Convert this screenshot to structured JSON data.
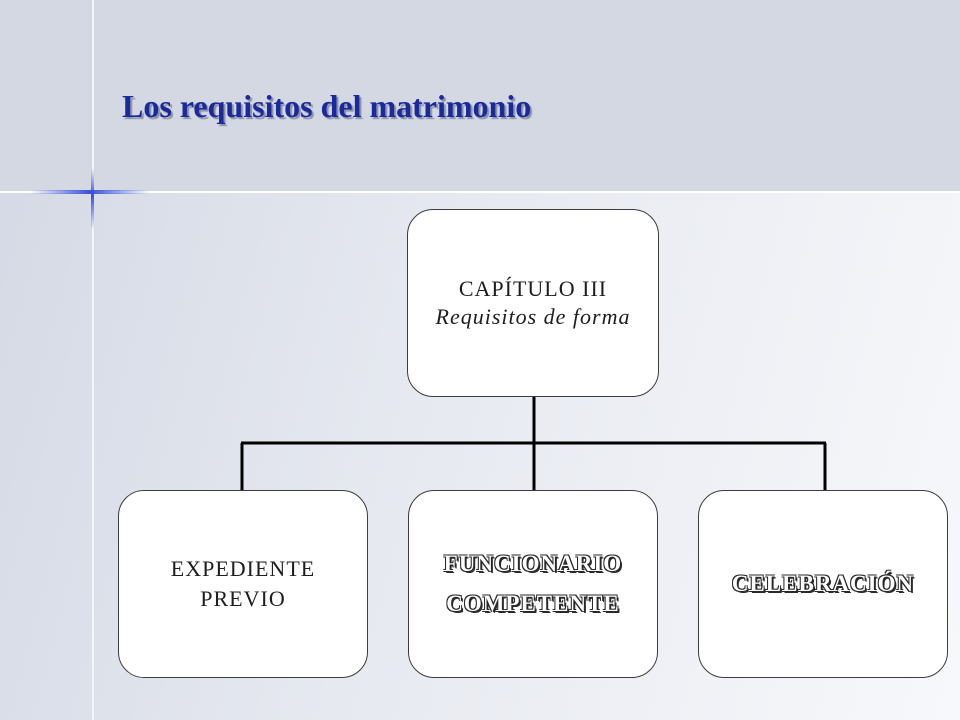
{
  "title": "Los requisitos del matrimonio",
  "root": {
    "line1": "CAPÍTULO III",
    "line2": "Requisitos de forma"
  },
  "children": [
    {
      "lines": [
        "EXPEDIENTE",
        "PREVIO"
      ]
    },
    {
      "lines": [
        "FUNCIONARIO",
        "COMPETENTE"
      ]
    },
    {
      "lines": [
        "CELEBRACIÓN"
      ]
    }
  ],
  "colors": {
    "title": "#1a2a9c",
    "band": "#d4d8e3",
    "accent": "#3a50d8",
    "connector": "#000000"
  }
}
